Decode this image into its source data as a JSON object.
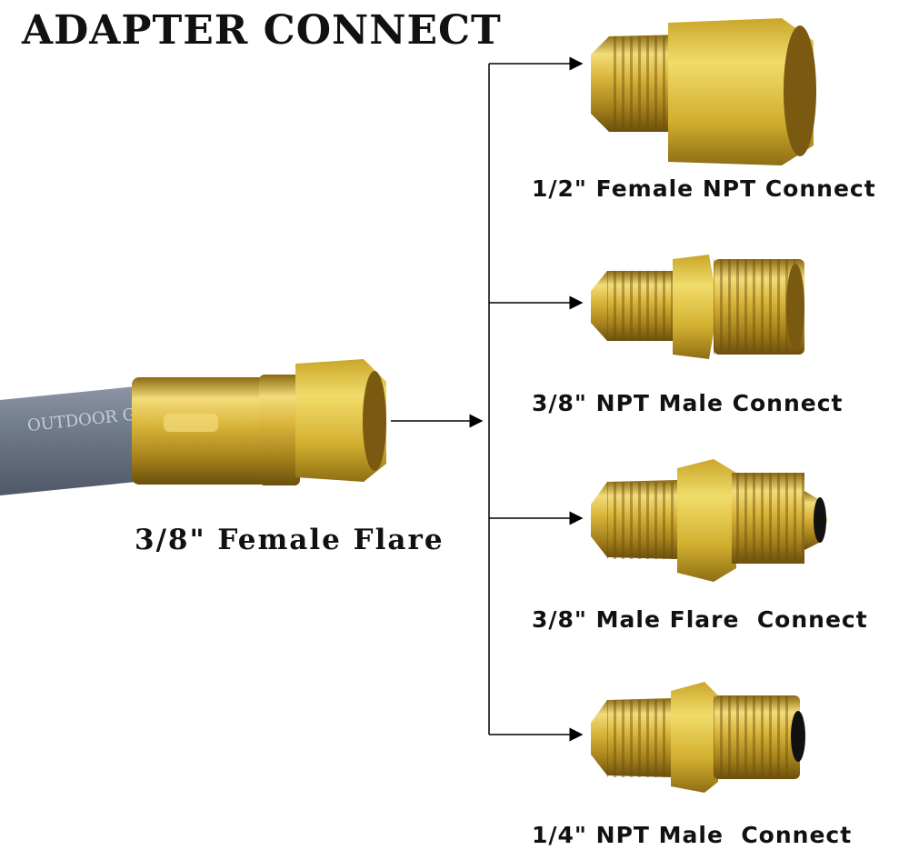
{
  "title": "ADAPTER CONNECT",
  "source": {
    "label": "3/8\" Female Flare",
    "hose_print": "OUTDOOR G"
  },
  "adapters": [
    {
      "label": "1/2\" Female NPT Connect"
    },
    {
      "label": "3/8\" NPT Male Connect"
    },
    {
      "label": "3/8\" Male Flare  Connect"
    },
    {
      "label": "1/4\" NPT Male  Connect"
    }
  ],
  "colors": {
    "brass": "#d9b43a",
    "hose": "#6f7a8a",
    "text": "#111111"
  }
}
